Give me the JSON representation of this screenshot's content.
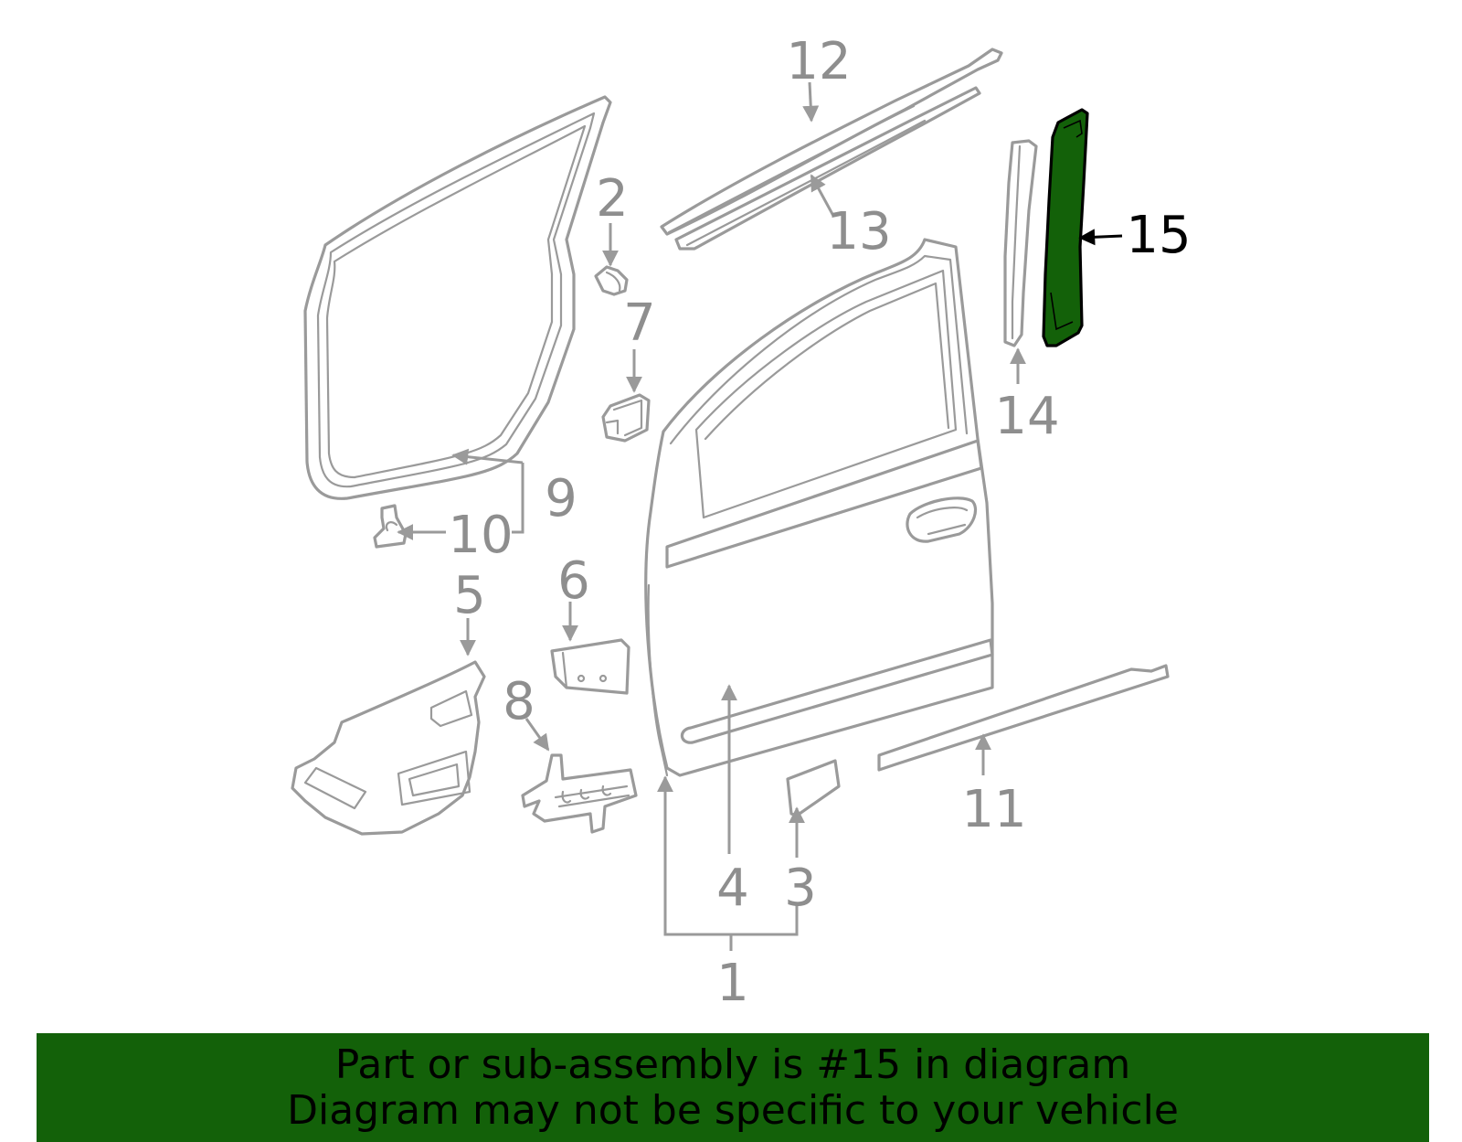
{
  "callouts": {
    "c1": "1",
    "c2": "2",
    "c3": "3",
    "c4": "4",
    "c5": "5",
    "c6": "6",
    "c7": "7",
    "c8": "8",
    "c9": "9",
    "c10": "10",
    "c11": "11",
    "c12": "12",
    "c13": "13",
    "c14": "14",
    "c15": "15"
  },
  "highlight": {
    "part_number": "15",
    "fill_color": "#136109",
    "line_color": "#9a9a9a"
  },
  "banner": {
    "line1": "Part or sub-assembly is #15 in diagram",
    "line2": "Diagram may not be specific to your vehicle",
    "background": "#136109"
  }
}
